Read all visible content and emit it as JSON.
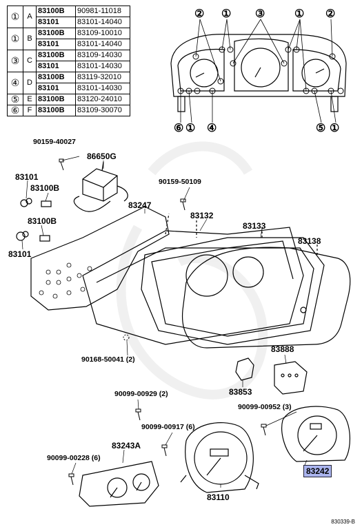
{
  "table": {
    "rows": [
      {
        "idx": "①",
        "letter": "A",
        "lines": [
          {
            "base": "83100B",
            "num": "90981-11018"
          },
          {
            "base": "83101",
            "num": "83101-14040"
          }
        ]
      },
      {
        "idx": "①",
        "letter": "B",
        "lines": [
          {
            "base": "83100B",
            "num": "83109-10010"
          },
          {
            "base": "83101",
            "num": "83101-14040"
          }
        ]
      },
      {
        "idx": "③",
        "letter": "C",
        "lines": [
          {
            "base": "83100B",
            "num": "83109-14030"
          },
          {
            "base": "83101",
            "num": "83101-14030"
          }
        ]
      },
      {
        "idx": "④",
        "letter": "D",
        "lines": [
          {
            "base": "83100B",
            "num": "83119-32010"
          },
          {
            "base": "83101",
            "num": "83101-14030"
          }
        ]
      },
      {
        "idx": "⑤",
        "letter": "E",
        "lines": [
          {
            "base": "83100B",
            "num": "83120-24010"
          }
        ]
      },
      {
        "idx": "⑥",
        "letter": "F",
        "lines": [
          {
            "base": "83100B",
            "num": "83109-30070"
          }
        ]
      }
    ]
  },
  "circle_marks": {
    "top": [
      "②",
      "①",
      "③",
      "①",
      "②"
    ],
    "bottom": [
      "⑥",
      "①",
      "④",
      "⑤",
      "①"
    ]
  },
  "parts": {
    "p90159_40027": "90159-40027",
    "p86650G": "86650G",
    "p83101_a": "83101",
    "p83100B_a": "83100B",
    "p90159_50109": "90159-50109",
    "p83247": "83247",
    "p83132": "83132",
    "p83133": "83133",
    "p83138": "83138",
    "p83100B_b": "83100B",
    "p83101_b": "83101",
    "p90168_50041": "90168-50041 (2)",
    "p83888": "83888",
    "p83853": "83853",
    "p90099_00929": "90099-00929 (2)",
    "p90099_00952": "90099-00952 (3)",
    "p90099_00917": "90099-00917 (6)",
    "p83243A": "83243A",
    "p90099_00228": "90099-00228 (6)",
    "p83242": "83242",
    "p83110": "83110"
  },
  "diagram_code": "830339-B",
  "colors": {
    "highlight": "#aab4ee",
    "ink": "#000000"
  }
}
